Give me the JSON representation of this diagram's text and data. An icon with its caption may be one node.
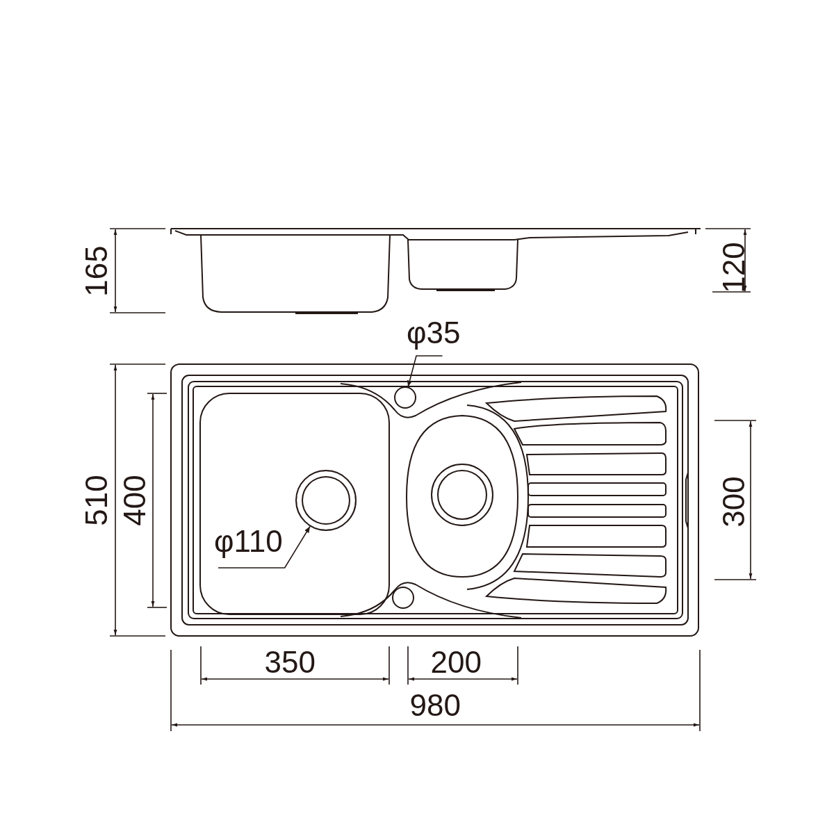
{
  "diagram": {
    "nodes": [
      {
        "text": [
          "φ35"
        ]
      },
      {
        "text": [],
        "shape": "circle"
      },
      {
        "text": [
          "φ110"
        ]
      },
      {
        "text": [],
        "shape": "circle"
      }
    ],
    "edges": [
      {
        "from": 0,
        "to": 1,
        "arrow": "to"
      },
      {
        "from": 2,
        "to": 3,
        "arrow": "to"
      }
    ],
    "labels": [
      "165",
      "120",
      "510",
      "400",
      "300",
      "350",
      "200",
      "980"
    ]
  }
}
